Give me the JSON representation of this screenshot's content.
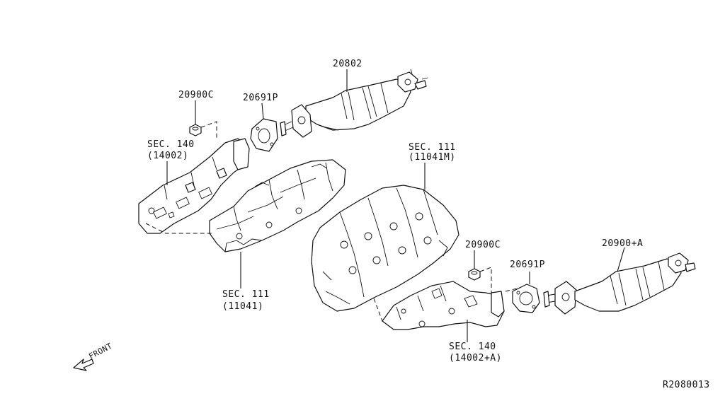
{
  "labels": {
    "cat_left": "20802",
    "nut_left": "20900C",
    "gasket_left": "20691P",
    "manifold_left_sec": "SEC. 140",
    "manifold_left_code": "(14002)",
    "head_right_sec": "SEC. 111",
    "head_right_code": "(11041M)",
    "head_left_sec": "SEC. 111",
    "head_left_code": "(11041)",
    "nut_right": "20900C",
    "gasket_right": "20691P",
    "cat_right": "20900+A",
    "manifold_right_sec": "SEC. 140",
    "manifold_right_code": "(14002+A)",
    "front": "FRONT",
    "diagram_id": "R2080013"
  }
}
